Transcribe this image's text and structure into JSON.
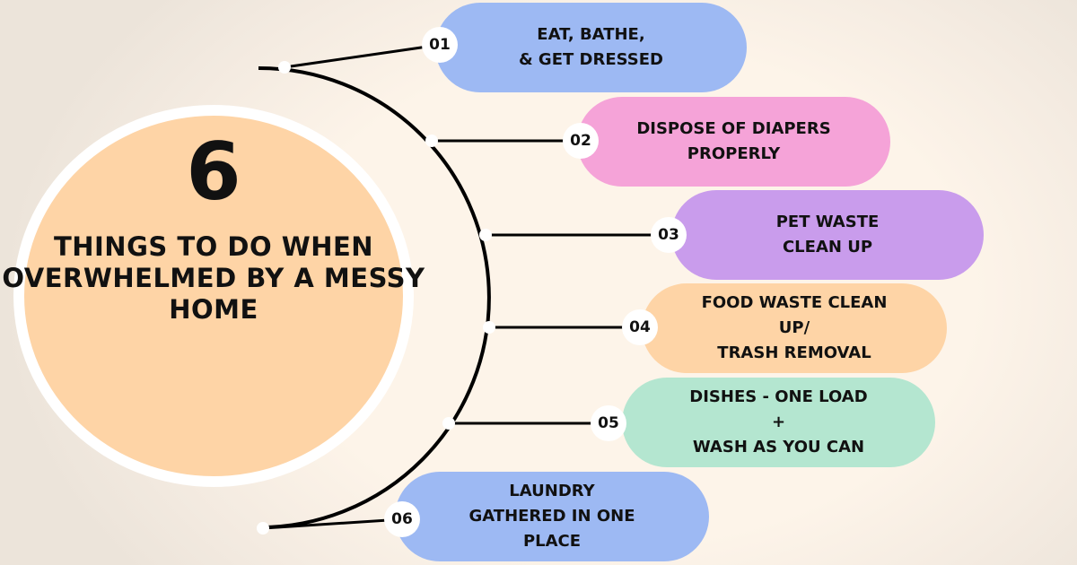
{
  "header": {
    "number": "6",
    "title": "THINGS TO DO WHEN OVERWHELMED BY A MESSY HOME"
  },
  "colors": {
    "blue": "#9db9f3",
    "pink": "#f5a3d8",
    "purple": "#c99cec",
    "orange": "#fed4a6",
    "green": "#b4e6d0"
  },
  "items": [
    {
      "num": "01",
      "text": "EAT, BATHE,\n& GET DRESSED"
    },
    {
      "num": "02",
      "text": "DISPOSE OF DIAPERS\nPROPERLY"
    },
    {
      "num": "03",
      "text": "PET WASTE\nCLEAN UP"
    },
    {
      "num": "04",
      "text": "FOOD WASTE CLEAN\nUP/\nTRASH REMOVAL"
    },
    {
      "num": "05",
      "text": "DISHES - ONE LOAD\n+\nWASH AS YOU CAN"
    },
    {
      "num": "06",
      "text": "LAUNDRY\nGATHERED IN ONE\nPLACE"
    }
  ]
}
